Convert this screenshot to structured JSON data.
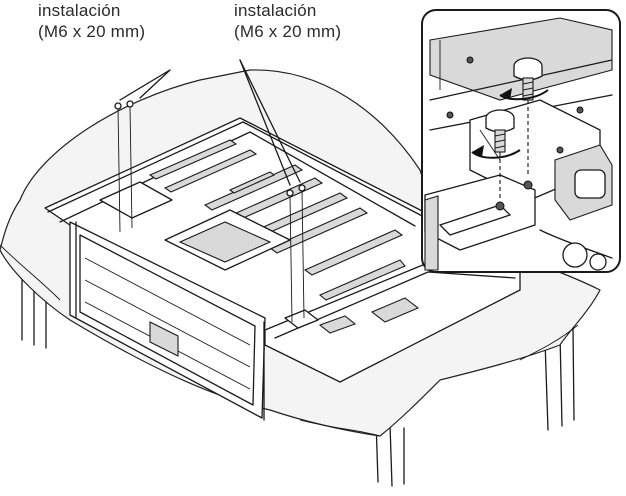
{
  "labels": {
    "left": {
      "line1": "instalación",
      "line2": "(M6 x 20 mm)"
    },
    "right": {
      "line1": "instalación",
      "line2": "(M6 x 20 mm)"
    }
  },
  "colors": {
    "ink": "#1a1a1a",
    "paper": "#ffffff",
    "cloth": "#f4f4f4"
  },
  "icons": [
    "screw-icon",
    "rotation-arrow-icon"
  ]
}
